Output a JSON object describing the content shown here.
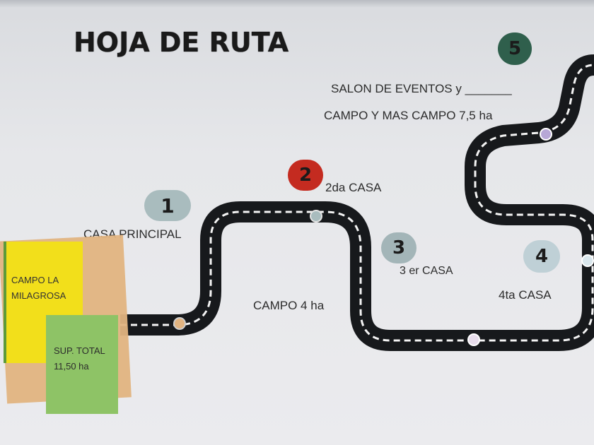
{
  "title": "HOJA DE RUTA",
  "markers": {
    "m1": "1",
    "m2": "2",
    "m3": "3",
    "m4": "4",
    "m5": "5"
  },
  "labels": {
    "casa_principal": "CASA PRINCIPAL",
    "segunda_casa": "2da CASA",
    "tercera_casa": "3 er  CASA",
    "cuarta_casa": "4ta CASA",
    "salon": "SALON DE EVENTOS y _______",
    "campo_mas": "CAMPO Y MAS CAMPO 7,5 ha",
    "campo_4": "CAMPO 4 ha"
  },
  "notes": {
    "campo_la_milagrosa": "CAMPO LA MILAGROSA",
    "sup_total": "SUP. TOTAL 11,50 ha"
  },
  "colors": {
    "road": "#17191c",
    "dash": "#f4f4f4",
    "marker_2": "#c42b20",
    "marker_5": "#2f5f4c",
    "yellow_note": "#f2df1b",
    "green_note": "#8ec366"
  }
}
